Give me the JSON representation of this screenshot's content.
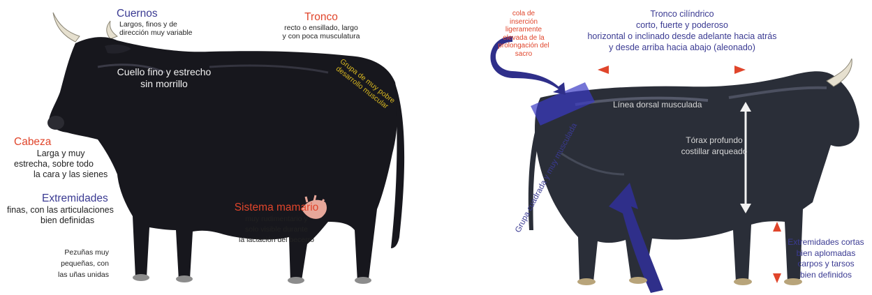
{
  "cow": {
    "cuernos": {
      "title": "Cuernos",
      "desc": [
        "Largos, finos y de",
        "dirección muy variable"
      ]
    },
    "tronco": {
      "title": "Tronco",
      "desc": [
        "recto o ensillado, largo",
        "y con poca musculatura"
      ]
    },
    "grupa": [
      "Grupa de muy pobre",
      "desarrollo muscular"
    ],
    "cuello": [
      "Cuello fino y estrecho",
      "sin morrillo"
    ],
    "cabeza": {
      "title": "Cabeza",
      "desc": [
        "Larga y muy",
        "estrecha, sobre todo",
        "la cara y las sienes"
      ]
    },
    "extremidades": {
      "title": "Extremidades",
      "desc": [
        "finas, con las articulaciones",
        "bien definidas"
      ]
    },
    "mamario": {
      "title": "Sistema mamario",
      "desc": [
        "muy rudimentario y",
        "solo visible durante",
        "la lactación del becerro"
      ]
    },
    "pezunas": [
      "Pezuñas muy",
      "pequeñas, con",
      "las uñas unidas"
    ]
  },
  "bull": {
    "cola": [
      "cola de",
      "inserción",
      "ligeramente",
      "elevada de la",
      "prolongación del",
      "sacro"
    ],
    "tronco": [
      "Tronco cilíndrico",
      "corto, fuerte y poderoso",
      "horizontal o inclinado desde adelante hacia atrás",
      "y desde arriba hacia abajo (aleonado)"
    ],
    "grupa": "Grupa cuadrada y muy musculada",
    "linea_dorsal": "Línea dorsal musculada",
    "torax": [
      "Tórax profundo",
      "costillar arqueado"
    ],
    "extremidades": [
      "Extremidades cortas",
      "bien aplomadas",
      "carpos y tarsos",
      "bien definidos"
    ]
  },
  "colors": {
    "blue": "#3a3a92",
    "red": "#e0452b",
    "yellow": "#d9b820",
    "body": "#17171d",
    "bull_body": "#2a2e38",
    "arrow_blue": "#2f2f8a"
  }
}
